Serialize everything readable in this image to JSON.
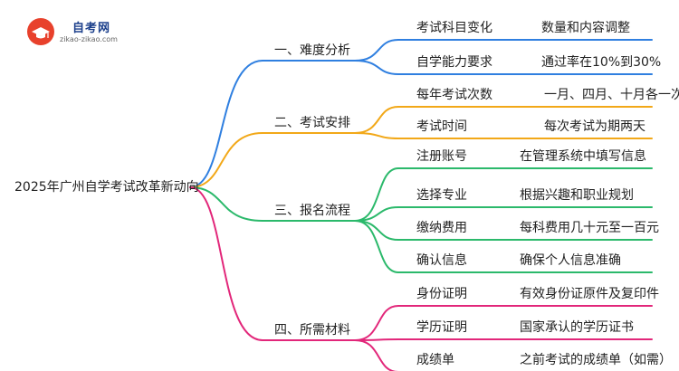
{
  "logo": {
    "title": "自考网",
    "url": "zikao-zikao.com"
  },
  "root": "2025年广州自学考试改革新动向",
  "branches": [
    {
      "label": "一、难度分析",
      "color": "#2f7fe0",
      "children": [
        {
          "label": "考试科目变化",
          "detail": "数量和内容调整"
        },
        {
          "label": "自学能力要求",
          "detail": "通过率在10%到30%"
        }
      ]
    },
    {
      "label": "二、考试安排",
      "color": "#f2a818",
      "children": [
        {
          "label": "每年考试次数",
          "detail": "一月、四月、十月各一次"
        },
        {
          "label": "考试时间",
          "detail": "每次考试为期两天"
        }
      ]
    },
    {
      "label": "三、报名流程",
      "color": "#2bb96b",
      "children": [
        {
          "label": "注册账号",
          "detail": "在管理系统中填写信息"
        },
        {
          "label": "选择专业",
          "detail": "根据兴趣和职业规划"
        },
        {
          "label": "缴纳费用",
          "detail": "每科费用几十元至一百元"
        },
        {
          "label": "确认信息",
          "detail": "确保个人信息准确"
        }
      ]
    },
    {
      "label": "四、所需材料",
      "color": "#e2277a",
      "children": [
        {
          "label": "身份证明",
          "detail": "有效身份证原件及复印件"
        },
        {
          "label": "学历证明",
          "detail": "国家承认的学历证书"
        },
        {
          "label": "成绩单",
          "detail": "之前考试的成绩单（如需）"
        }
      ]
    }
  ]
}
